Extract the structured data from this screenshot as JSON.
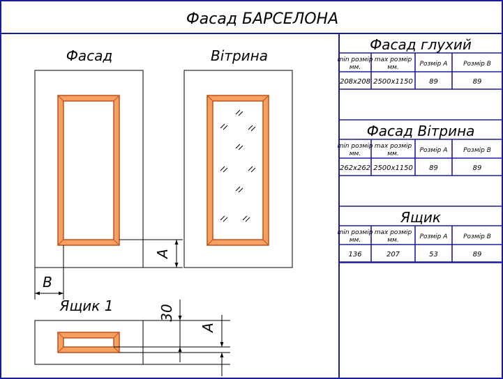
{
  "title": "Фасад БАРСЕЛОНА",
  "labels": {
    "fasad": "Фасад",
    "vitryna": "Вітрина",
    "yashchyk1": "Ящик 1"
  },
  "dims": {
    "a": "А",
    "b": "В",
    "thirty": "30"
  },
  "table_headers": {
    "min_line1": "min розмір",
    "min_line2": "мм.",
    "max_line1": "max розмір",
    "max_line2": "мм.",
    "size_a": "Розмір А",
    "size_b": "Розмір В"
  },
  "tables": [
    {
      "title": "Фасад глухий",
      "min": "208x208",
      "max": "2500x1150",
      "a": "89",
      "b": "89"
    },
    {
      "title": "Фасад Вітрина",
      "min": "262x262",
      "max": "2500x1150",
      "a": "89",
      "b": "89"
    },
    {
      "title": "Ящик",
      "min": "136",
      "max": "207",
      "a": "53",
      "b": "89"
    }
  ],
  "colors": {
    "frame_border": "#1a1aa0",
    "profile_fill": "#f5a060",
    "profile_edge": "#c0501a"
  }
}
